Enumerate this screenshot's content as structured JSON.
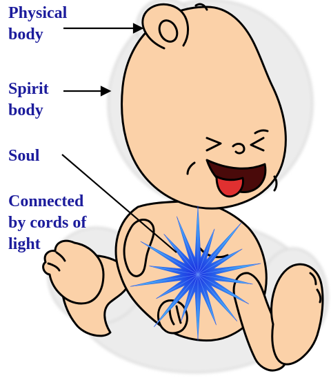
{
  "labels": {
    "physical_body": "Physical\nbody",
    "spirit_body": "Spirit\nbody",
    "soul": "Soul",
    "connected": "Connected\nby cords of\nlight"
  },
  "colors": {
    "label_text": "#1c1c9c",
    "skin": "#fbd1a8",
    "outline": "#000000",
    "halo": "#e6e6e6",
    "tongue": "#e03030",
    "mouth": "#4a0a0a",
    "star_core": "#1a2ee0",
    "star_mid": "#2f7af0",
    "star_edge": "#3ec8f8"
  },
  "icons": {
    "baby": "laughing-baby-illustration",
    "star": "soul-star-icon"
  }
}
